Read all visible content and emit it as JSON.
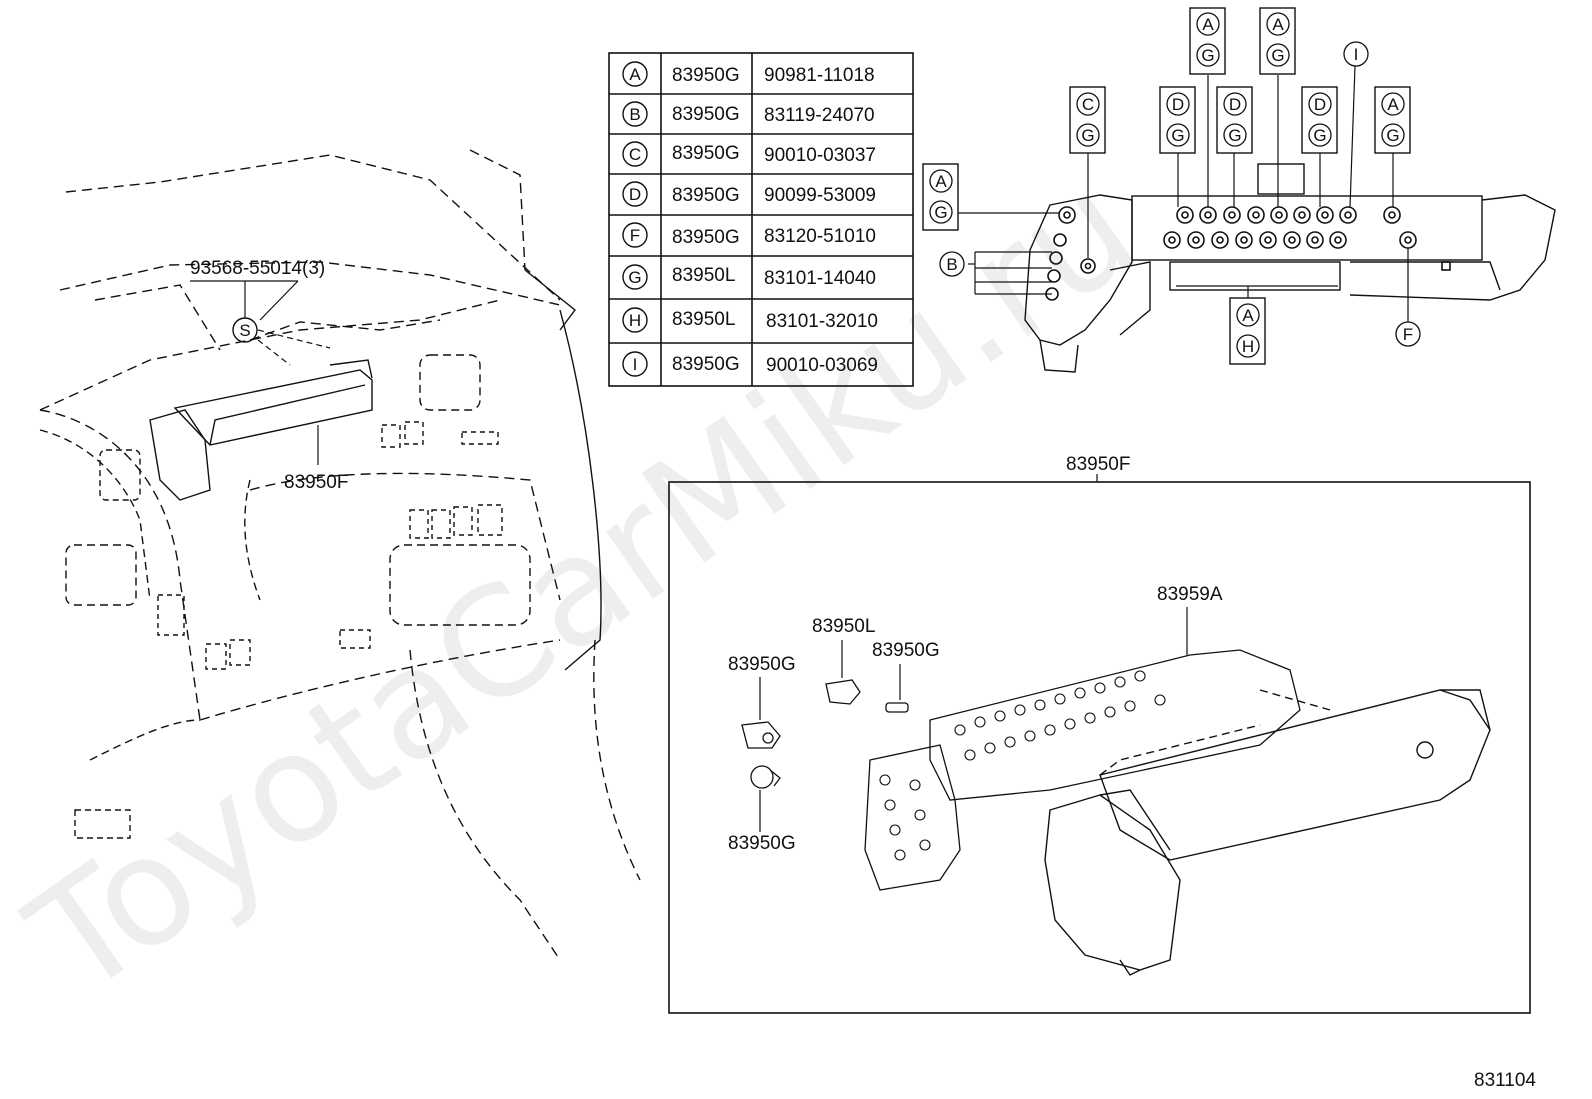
{
  "watermark": "ToyotaCarMiku.ru",
  "diagram_number": "831104",
  "legend": {
    "rows": [
      {
        "code": "A",
        "part": "83950G",
        "number": "90981-11018"
      },
      {
        "code": "B",
        "part": "83950G",
        "number": "83119-24070"
      },
      {
        "code": "C",
        "part": "83950G",
        "number": "90010-03037"
      },
      {
        "code": "D",
        "part": "83950G",
        "number": "90099-53009"
      },
      {
        "code": "F",
        "part": "83950G",
        "number": "83120-51010"
      },
      {
        "code": "G",
        "part": "83950L",
        "number": "83101-14040"
      },
      {
        "code": "H",
        "part": "83950L",
        "number": "83101-32010"
      },
      {
        "code": "I",
        "part": "83950G",
        "number": "90010-03069"
      }
    ]
  },
  "dash": {
    "screw_label": "93568-55014(3)",
    "screw_symbol": "S",
    "cluster_label": "83950F"
  },
  "top_view": {
    "callouts": [
      {
        "top": "C",
        "bottom": "G"
      },
      {
        "top": "D",
        "bottom": "G"
      },
      {
        "top": "A",
        "bottom": "G"
      },
      {
        "top": "D",
        "bottom": "G"
      },
      {
        "top": "A",
        "bottom": "G"
      },
      {
        "top": "D",
        "bottom": "G"
      },
      {
        "top": "A",
        "bottom": "G"
      },
      {
        "top": "A",
        "bottom": "G"
      },
      {
        "top": "A",
        "bottom": "H"
      }
    ],
    "single_callouts": [
      "I",
      "B",
      "F"
    ]
  },
  "exploded": {
    "box_label": "83950F",
    "board_label": "83959A",
    "bulb_label_1": "83950G",
    "bulb_label_2": "83950L",
    "bulb_label_3": "83950G",
    "bulb_label_4": "83950G"
  }
}
